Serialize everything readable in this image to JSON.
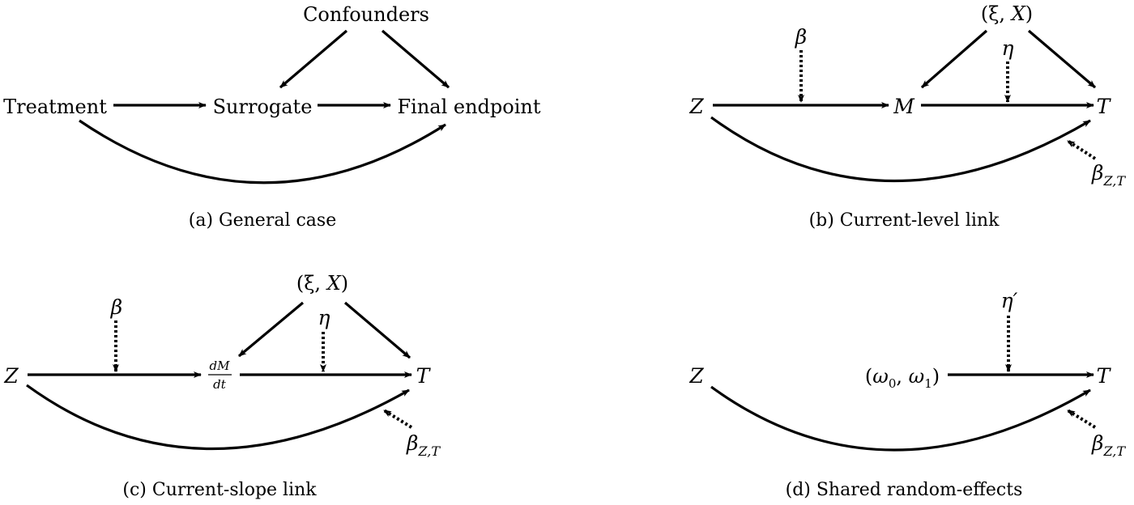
{
  "panel_a": {
    "nodes": {
      "confounders": "Confounders",
      "treatment": "Treatment",
      "surrogate": "Surrogate",
      "final_endpoint": "Final endpoint"
    },
    "caption": "(a) General case"
  },
  "panel_b": {
    "nodes": {
      "z": "Z",
      "m": "M",
      "t": "T",
      "xi_x_open": "(ξ, ",
      "xi_x_var": "X",
      "xi_x_close": ")"
    },
    "beta": "β",
    "eta": "η",
    "beta_zt": "β",
    "beta_zt_sub": "Z,T",
    "caption": "(b) Current-level link"
  },
  "panel_c": {
    "nodes": {
      "z": "Z",
      "t": "T",
      "frac_num": "dM",
      "frac_den": "dt",
      "xi_x_open": "(ξ, ",
      "xi_x_var": "X",
      "xi_x_close": ")"
    },
    "beta": "β",
    "eta": "η",
    "beta_zt": "β",
    "beta_zt_sub": "Z,T",
    "caption": "(c) Current-slope link"
  },
  "panel_d": {
    "nodes": {
      "z": "Z",
      "t": "T",
      "omega_open": "(",
      "omega0": "ω",
      "omega0_sub": "0",
      "omega_sep": ", ",
      "omega1": "ω",
      "omega1_sub": "1",
      "omega_close": ")"
    },
    "eta_prime": "η′",
    "beta_zt": "β",
    "beta_zt_sub": "Z,T",
    "caption": "(d) Shared random-effects"
  }
}
